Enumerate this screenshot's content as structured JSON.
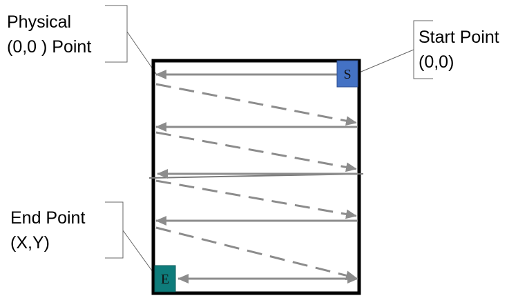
{
  "callouts": {
    "physical_origin": {
      "line1": "Physical",
      "line2": "(0,0 ) Point"
    },
    "start_point": {
      "line1": "Start Point",
      "line2": "(0,0)"
    },
    "end_point": {
      "line1": "End Point",
      "line2": "(X,Y)"
    }
  },
  "markers": {
    "start": {
      "label": "S",
      "color": "#4472C4"
    },
    "end": {
      "label": "E",
      "color": "#0E7C7B"
    }
  },
  "colors": {
    "frame": "#000000",
    "arrows": "#8C8C8C",
    "callout_lines": "#666666"
  }
}
